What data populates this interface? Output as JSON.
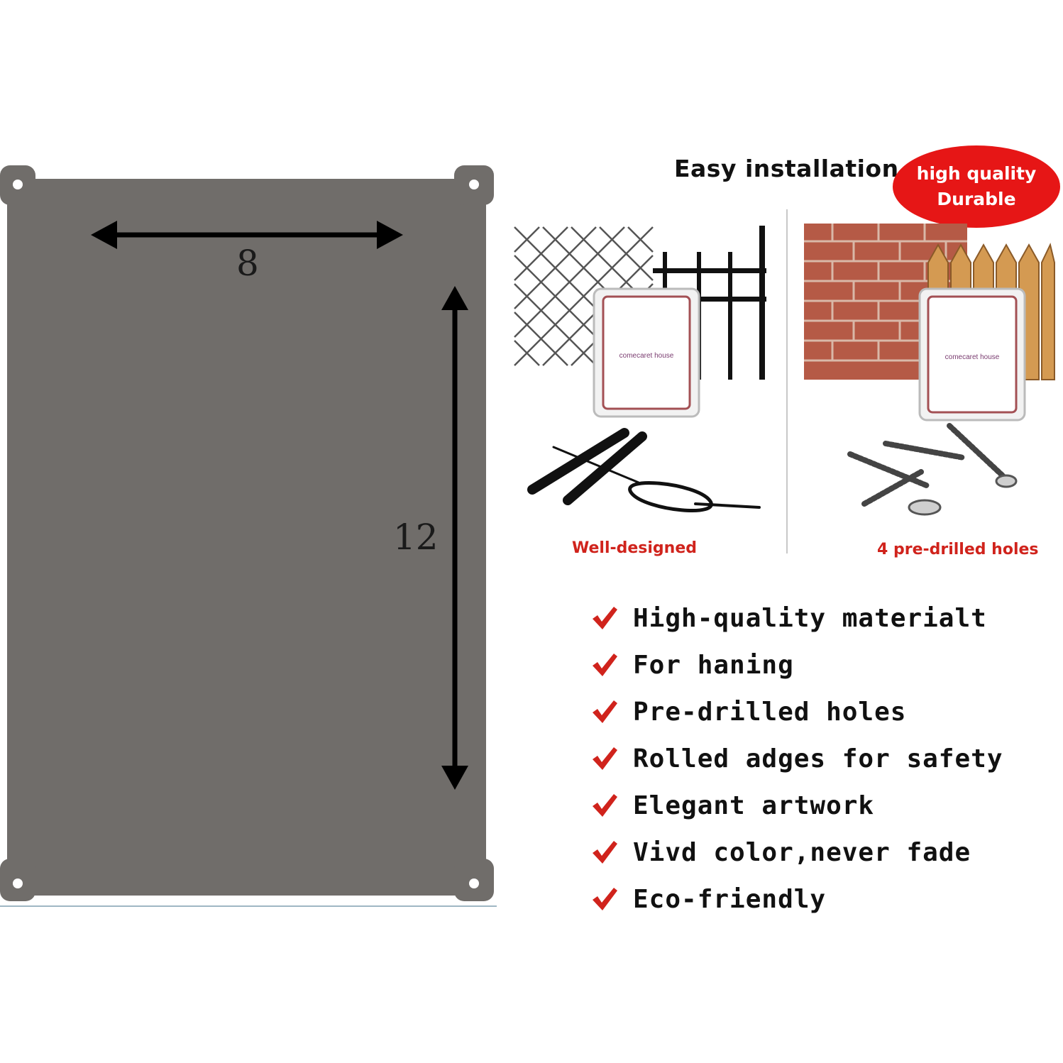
{
  "sign": {
    "color": "#706d6a",
    "width_label": "8",
    "height_label": "12"
  },
  "install": {
    "title": "Easy installation",
    "badge_line1": "high quality",
    "badge_line2": "Durable",
    "badge_color": "#e61616",
    "left_caption": "Well-designed",
    "right_caption": "4 pre-drilled holes",
    "mini_sign_text": "comecaret house"
  },
  "features": [
    {
      "icon": "check-icon",
      "label": "High-quality materialt"
    },
    {
      "icon": "check-icon",
      "label": "For haning"
    },
    {
      "icon": "check-icon",
      "label": "Pre-drilled holes"
    },
    {
      "icon": "check-icon",
      "label": "Rolled adges for safety"
    },
    {
      "icon": "check-icon",
      "label": "Elegant artwork"
    },
    {
      "icon": "check-icon",
      "label": "Vivd color,never fade"
    },
    {
      "icon": "check-icon",
      "label": "Eco-friendly"
    }
  ]
}
